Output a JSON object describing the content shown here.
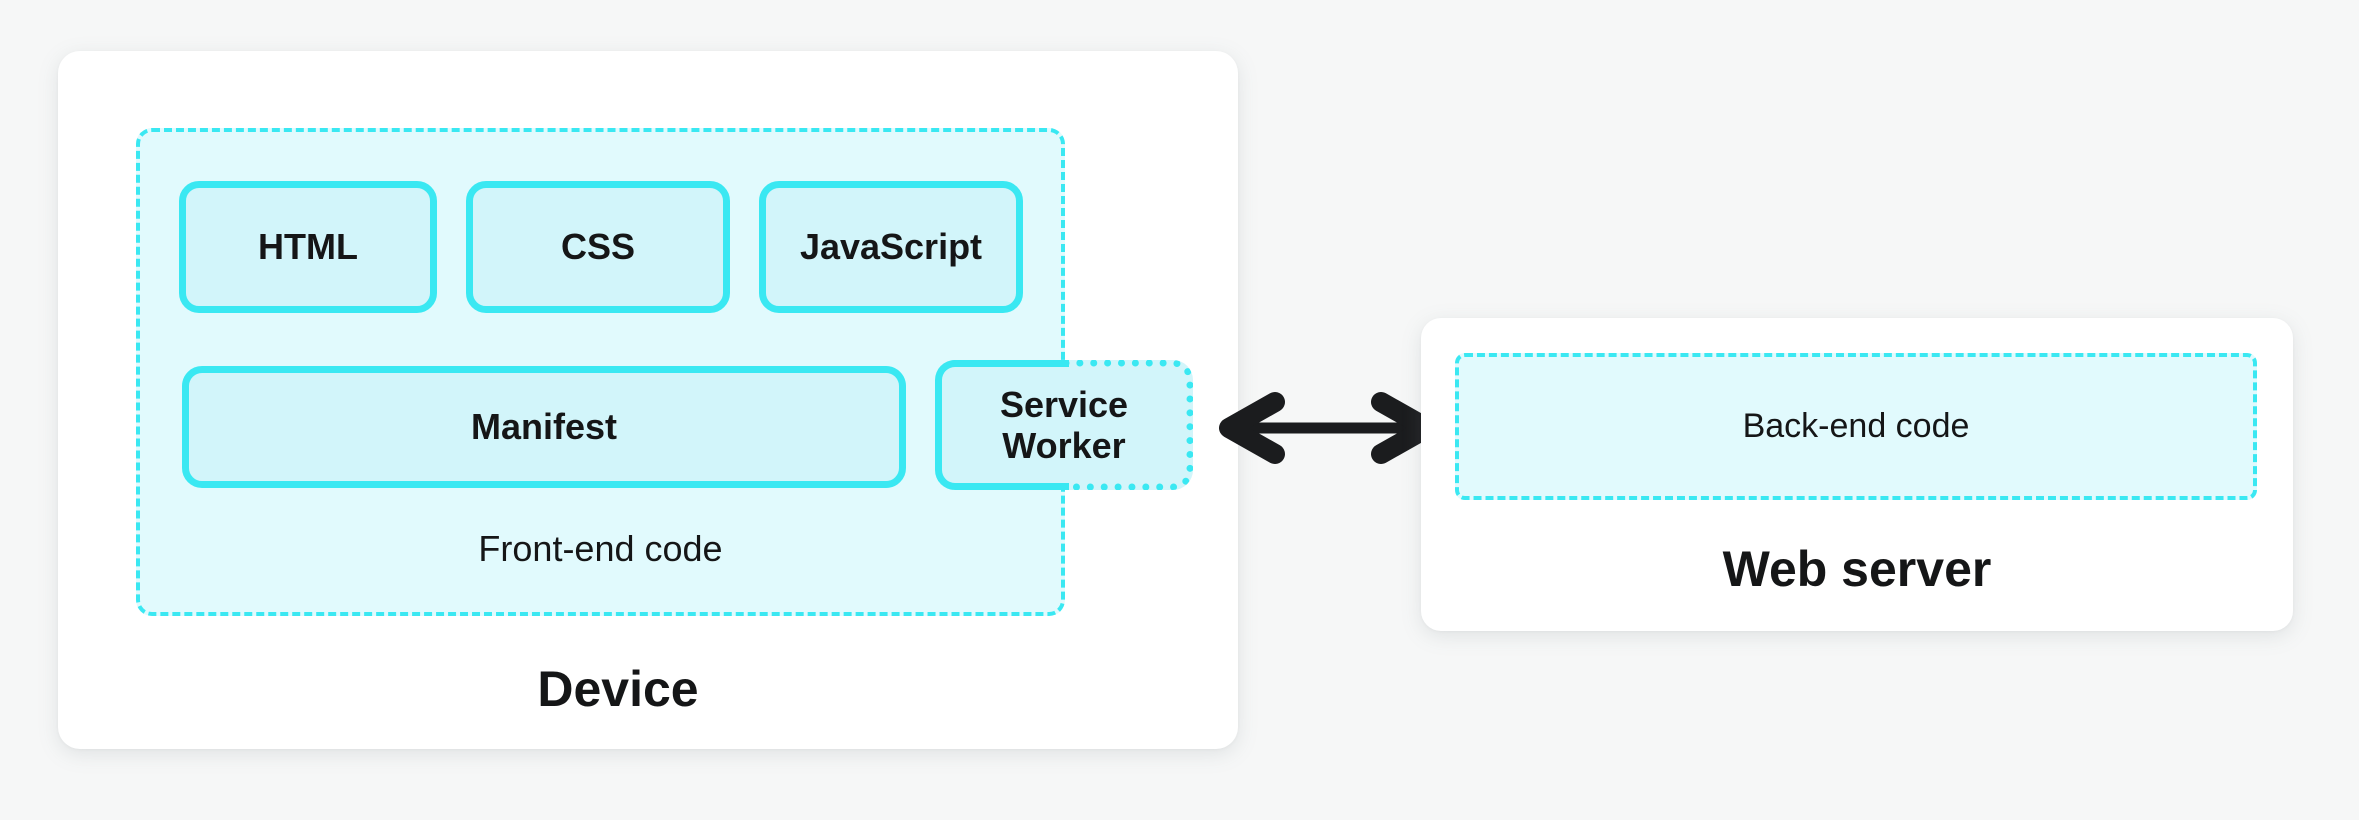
{
  "colors": {
    "background": "#f6f7f7",
    "card": "#ffffff",
    "cyan_accent": "#3ae8f2",
    "container_fill": "#e1fafd",
    "box_fill": "#d2f5fa",
    "text": "#151617",
    "arrow": "#1b1c1e"
  },
  "icons": {
    "sync_arrow": "double-headed-horizontal-arrow"
  },
  "device": {
    "label": "Device",
    "frontend": {
      "label": "Front-end code",
      "boxes": {
        "html": "HTML",
        "css": "CSS",
        "javascript": "JavaScript",
        "manifest": "Manifest",
        "service_worker": "Service Worker"
      }
    }
  },
  "server": {
    "label": "Web server",
    "backend": {
      "label": "Back-end code"
    }
  }
}
